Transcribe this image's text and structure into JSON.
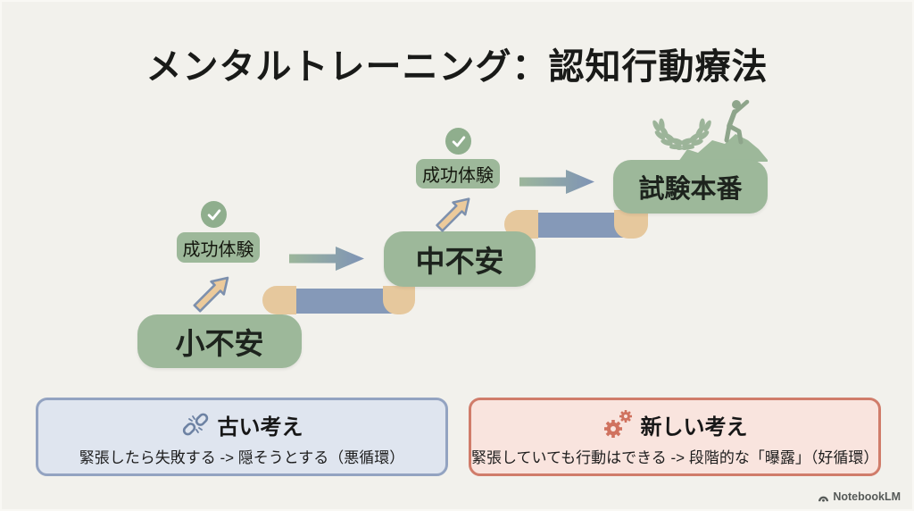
{
  "title": "メンタルトレーニング：認知行動療法",
  "staircase": {
    "steps": [
      {
        "label": "小不安"
      },
      {
        "label": "中不安"
      },
      {
        "label": "試験本番"
      }
    ],
    "success_labels": [
      {
        "label": "成功体験"
      },
      {
        "label": "成功体験"
      }
    ],
    "icons": {
      "check": "check-icon",
      "wreath": "laurel-wreath-icon",
      "climber": "climber-icon",
      "up_arrow": "up-right-arrow-icon",
      "right_arrow": "right-arrow-icon"
    }
  },
  "cards": {
    "old": {
      "icon": "broken-chain-icon",
      "title": "古い考え",
      "description": "緊張したら失敗する -> 隠そうとする（悪循環）"
    },
    "new": {
      "icon": "gears-icon",
      "title": "新しい考え",
      "description": "緊張していても行動はできる -> 段階的な「曝露」（好循環）"
    }
  },
  "watermark": "NotebookLM",
  "colors": {
    "background": "#f2f1ec",
    "step_green": "#9db89a",
    "band_blue": "#8599b8",
    "cap_tan": "#e6c89d",
    "old_border": "#93a3c1",
    "old_bg": "#dfe5ef",
    "new_border": "#d07c6a",
    "new_bg": "#f9e4de",
    "chain_icon": "#6d82a3",
    "gear_icon": "#d0725f"
  }
}
